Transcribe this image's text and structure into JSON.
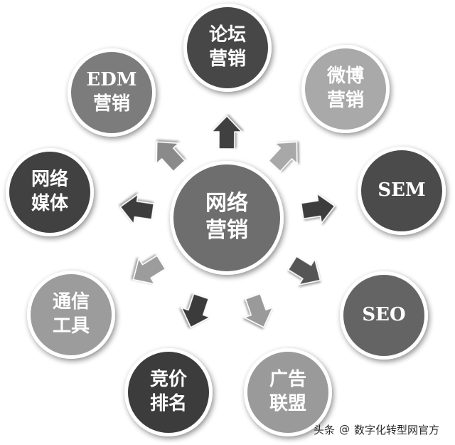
{
  "diagram": {
    "center": {
      "lines": [
        "网络",
        "营销"
      ],
      "color": "#6e6e6e"
    },
    "nodes": [
      {
        "id": "forum",
        "lines": [
          "论坛",
          "营销"
        ],
        "color": "#474747"
      },
      {
        "id": "weibo",
        "lines": [
          "微博",
          "营销"
        ],
        "color": "#a9a9a9"
      },
      {
        "id": "sem",
        "lines": [
          "SEM"
        ],
        "color": "#4b4b4b"
      },
      {
        "id": "seo",
        "lines": [
          "SEO"
        ],
        "color": "#646464"
      },
      {
        "id": "alliance",
        "lines": [
          "广告",
          "联盟"
        ],
        "color": "#9a9a9a"
      },
      {
        "id": "ranking",
        "lines": [
          "竞价",
          "排名"
        ],
        "color": "#3c3c3c"
      },
      {
        "id": "im-tools",
        "lines": [
          "通信",
          "工具"
        ],
        "color": "#9c9c9c"
      },
      {
        "id": "net-media",
        "lines": [
          "网络",
          "媒体"
        ],
        "color": "#414141"
      },
      {
        "id": "edm",
        "lines": [
          "EDM",
          "营销"
        ],
        "color": "#7c7c7c"
      }
    ],
    "arrows": [
      {
        "to": "forum",
        "color": "#414141"
      },
      {
        "to": "weibo",
        "color": "#a8a8a8"
      },
      {
        "to": "sem",
        "color": "#3e3e3e"
      },
      {
        "to": "seo",
        "color": "#555555"
      },
      {
        "to": "alliance",
        "color": "#9a9a9a"
      },
      {
        "to": "ranking",
        "color": "#3a3a3a"
      },
      {
        "to": "im-tools",
        "color": "#9c9c9c"
      },
      {
        "to": "net-media",
        "color": "#3c3c3c"
      },
      {
        "to": "edm",
        "color": "#8a8a8a"
      }
    ]
  },
  "watermark": {
    "platform": "头条",
    "at": "@",
    "account": "数字化转型网官方"
  }
}
